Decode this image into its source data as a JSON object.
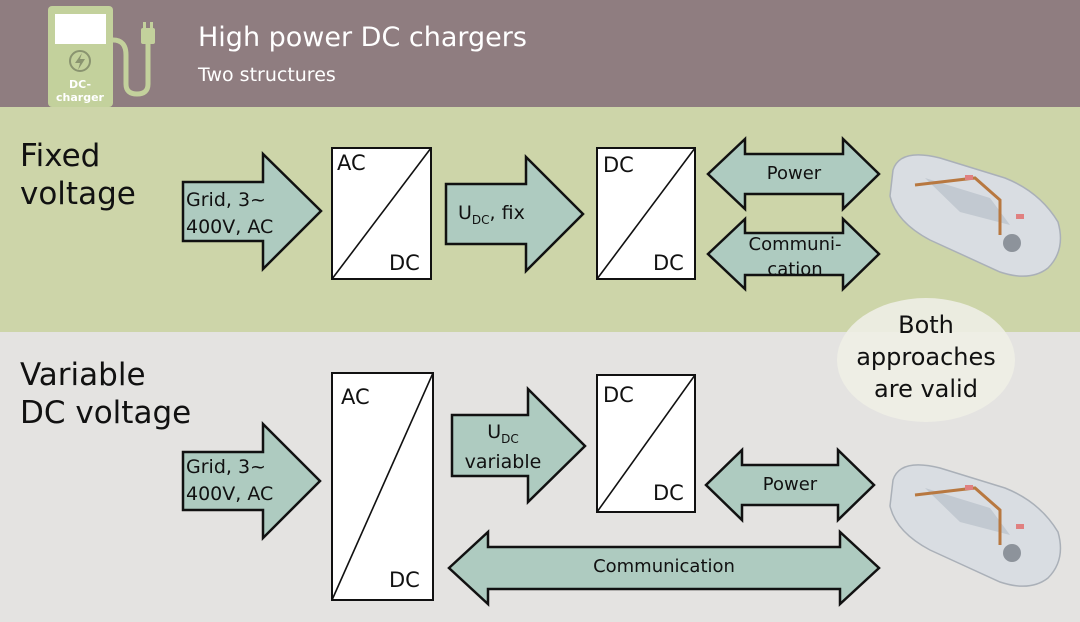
{
  "header": {
    "title": "High power DC chargers",
    "subtitle": "Two structures",
    "logo_caption_line1": "DC-",
    "logo_caption_line2": "charger",
    "logo_icon": "lightning-bolt-icon"
  },
  "fixed": {
    "label_line1": "Fixed",
    "label_line2": "voltage",
    "grid_line1": "Grid, 3~",
    "grid_line2": "400V, AC",
    "conv1_top": "AC",
    "conv1_bottom": "DC",
    "udc_prefix": "U",
    "udc_sub": "DC",
    "udc_suffix": ", fix",
    "conv2_top": "DC",
    "conv2_bottom": "DC",
    "power": "Power",
    "comm_line1": "Communi-",
    "comm_line2": "cation"
  },
  "variable": {
    "label_line1": "Variable",
    "label_line2": "DC voltage",
    "grid_line1": "Grid, 3~",
    "grid_line2": "400V, AC",
    "conv1_top": "AC",
    "conv1_bottom": "DC",
    "udc_prefix": "U",
    "udc_sub": "DC",
    "udc_line2": "variable",
    "conv2_top": "DC",
    "conv2_bottom": "DC",
    "power": "Power",
    "communication": "Communication"
  },
  "note": {
    "line1": "Both",
    "line2": "approaches",
    "line3": "are valid"
  },
  "colors": {
    "header_bg": "#8f7d80",
    "fixed_band": "#cdd5a9",
    "variable_band": "#e4e3e1",
    "arrow_fill": "#aecbc0",
    "charger_green": "#c3d19c"
  }
}
